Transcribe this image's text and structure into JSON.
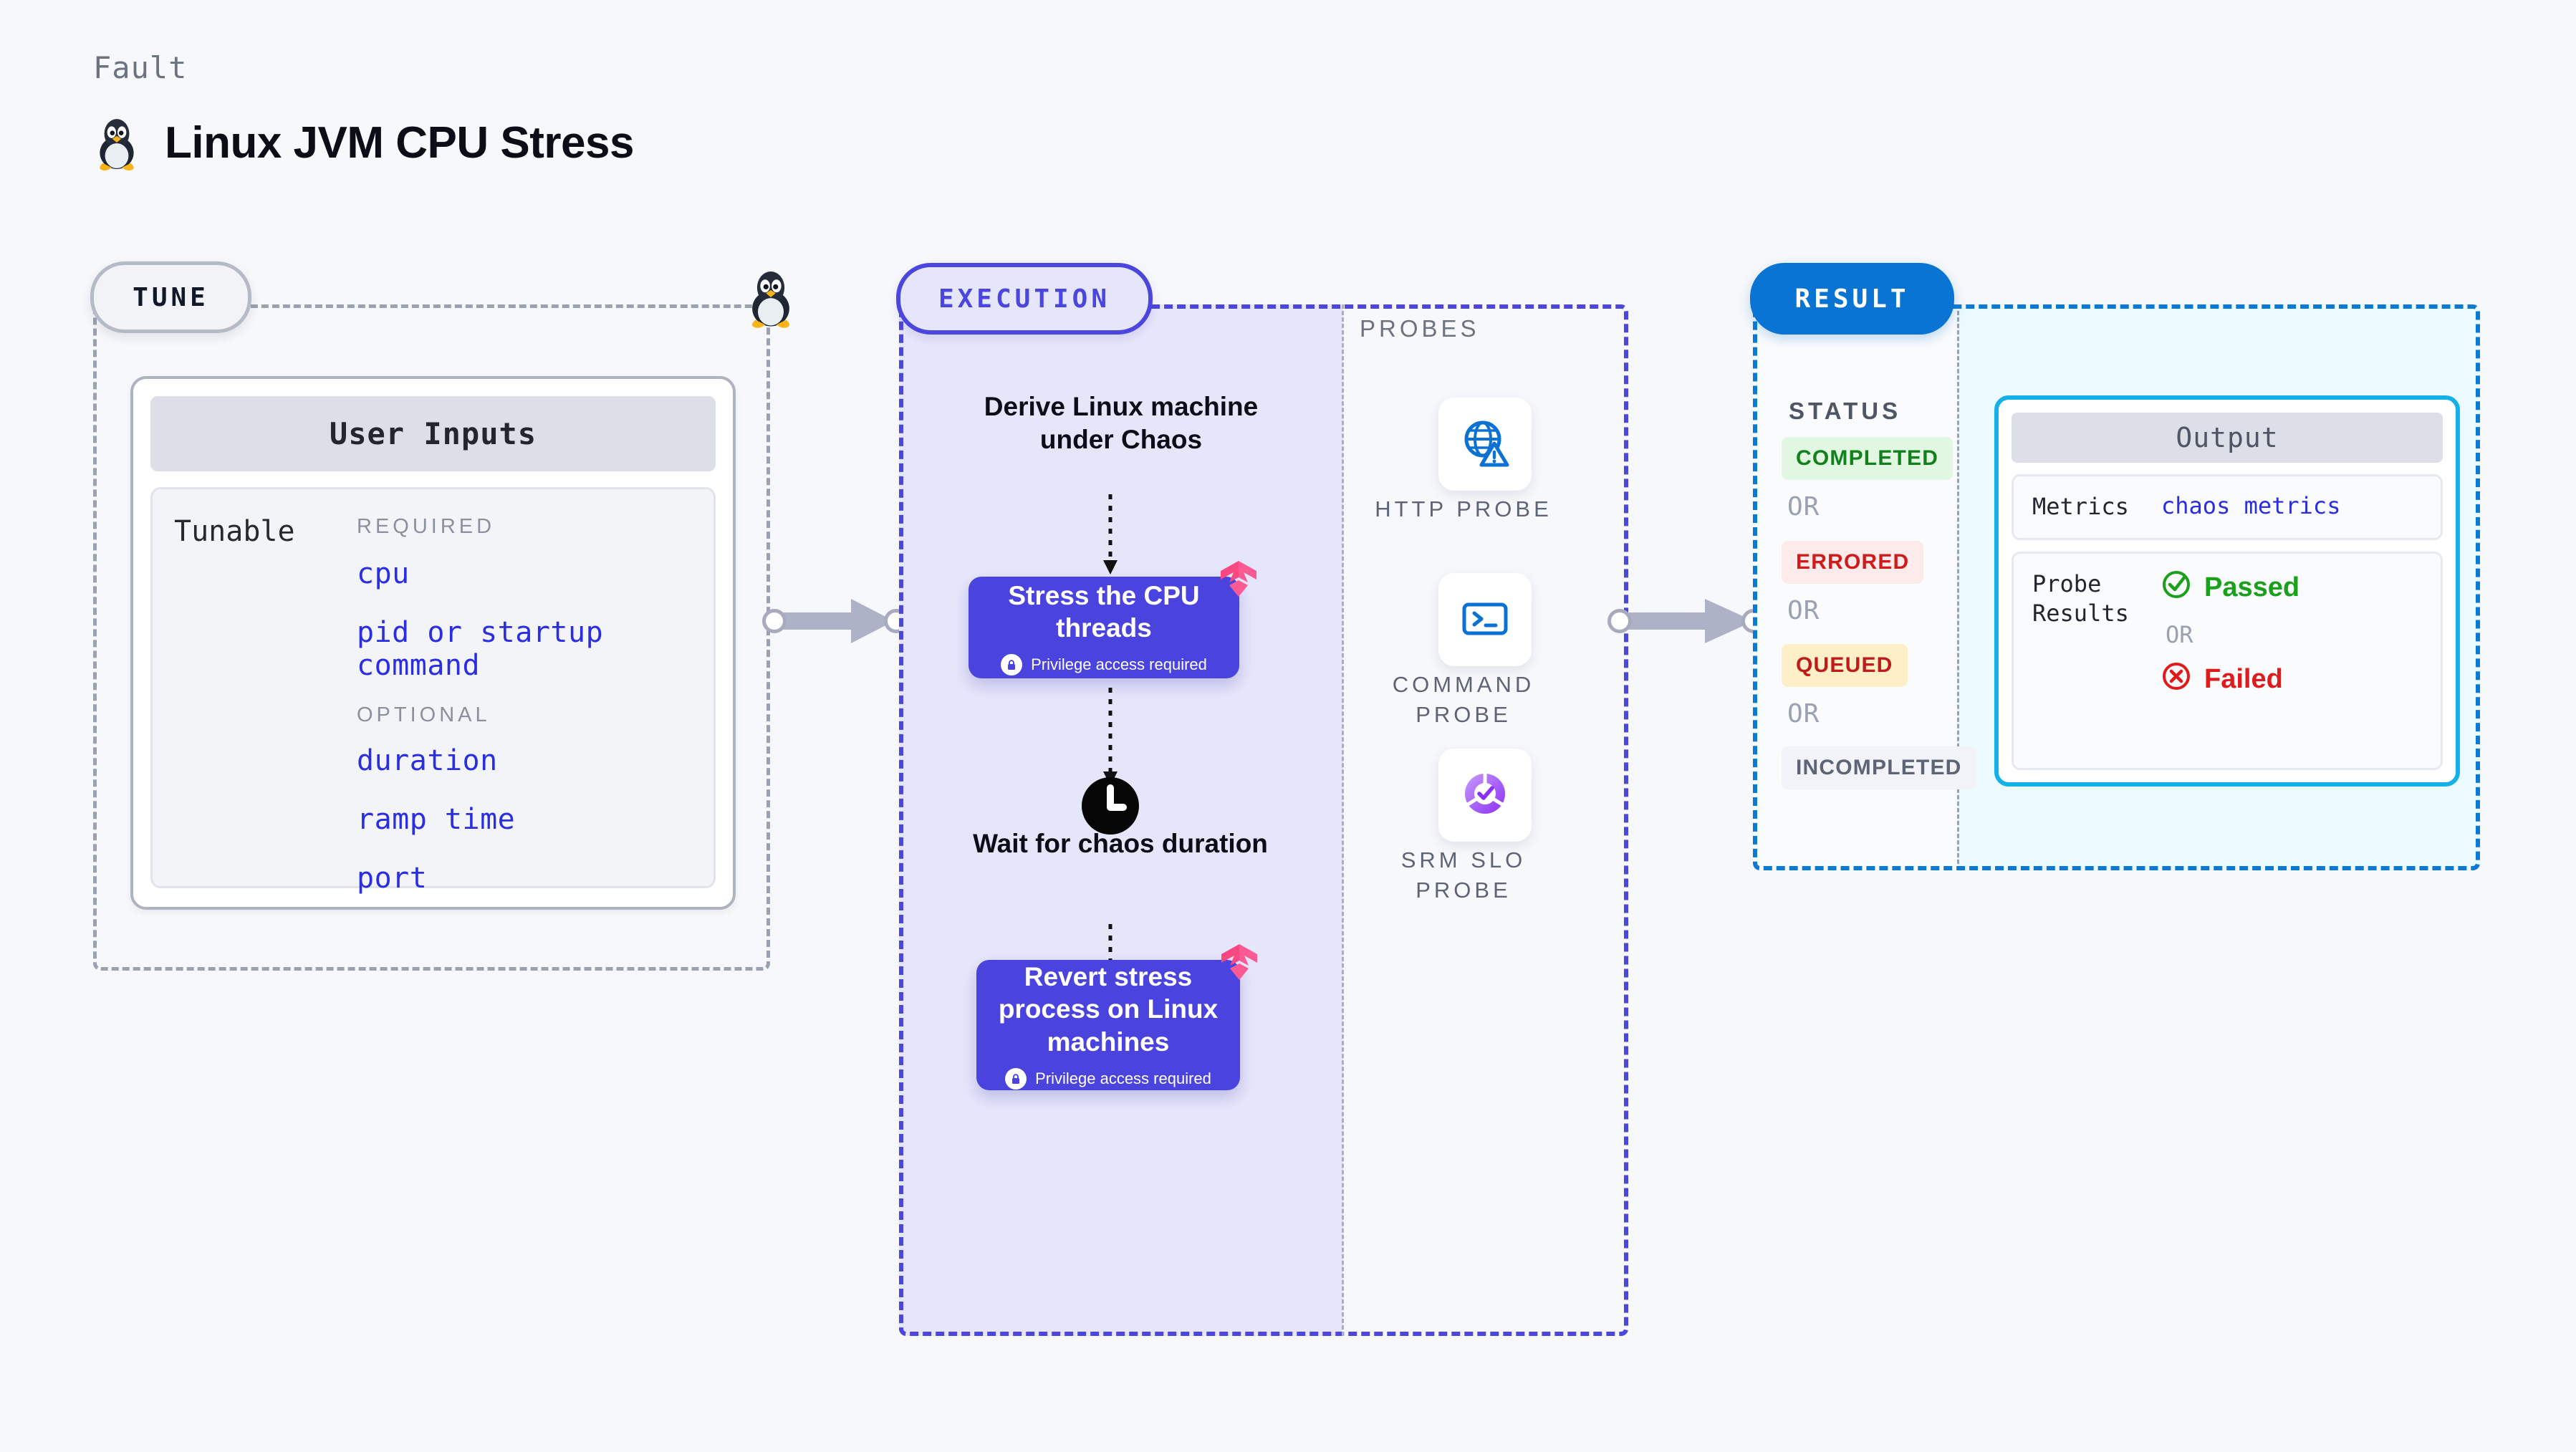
{
  "header": {
    "eyebrow": "Fault",
    "title": "Linux JVM CPU Stress",
    "icon": "linux-tux-icon"
  },
  "tune": {
    "tag": "TUNE",
    "card_title": "User Inputs",
    "tunable_label": "Tunable",
    "groups": [
      {
        "title": "REQUIRED",
        "items": [
          "cpu",
          "pid or startup command"
        ]
      },
      {
        "title": "OPTIONAL",
        "items": [
          "duration",
          "ramp time",
          "port"
        ]
      }
    ]
  },
  "execution": {
    "tag": "EXECUTION",
    "steps": [
      {
        "type": "text",
        "label": "Derive Linux machine under Chaos"
      },
      {
        "type": "node",
        "label": "Stress the CPU threads",
        "note": "Privilege access required",
        "badge": "harness-logo-icon"
      },
      {
        "type": "wait",
        "label": "Wait for chaos duration",
        "icon": "clock-icon"
      },
      {
        "type": "node",
        "label": "Revert stress process on Linux machines",
        "note": "Privilege access required",
        "badge": "harness-logo-icon"
      }
    ]
  },
  "probes": {
    "label": "PROBES",
    "items": [
      {
        "name": "HTTP PROBE",
        "icon": "globe-warning-icon"
      },
      {
        "name": "COMMAND PROBE",
        "icon": "terminal-prompt-icon"
      },
      {
        "name": "SRM SLO PROBE",
        "icon": "slo-check-donut-icon"
      }
    ]
  },
  "result": {
    "tag": "RESULT",
    "status_label": "STATUS",
    "or_label": "OR",
    "statuses": [
      {
        "label": "COMPLETED",
        "bg": "#e2f7e1",
        "fg": "#12801b"
      },
      {
        "label": "ERRORED",
        "bg": "#fdebeb",
        "fg": "#cf1b1b"
      },
      {
        "label": "QUEUED",
        "bg": "#fdf0c8",
        "fg": "#c01b1b"
      },
      {
        "label": "INCOMPLETED",
        "bg": "#f2f3f8",
        "fg": "#5d6475"
      }
    ],
    "output": {
      "title": "Output",
      "metrics_key": "Metrics",
      "metrics_value": "chaos metrics",
      "probe_key": "Probe Results",
      "passed": "Passed",
      "failed": "Failed",
      "or_label": "OR"
    }
  },
  "colors": {
    "execution_accent": "#4b46dd",
    "result_accent": "#0a74d4",
    "output_accent": "#15b0e8",
    "tune_accent": "#9aa1b1",
    "node_purple": "#4a43dd",
    "harness_pink": "#ff5c8d",
    "input_blue": "#2b2ee0"
  }
}
